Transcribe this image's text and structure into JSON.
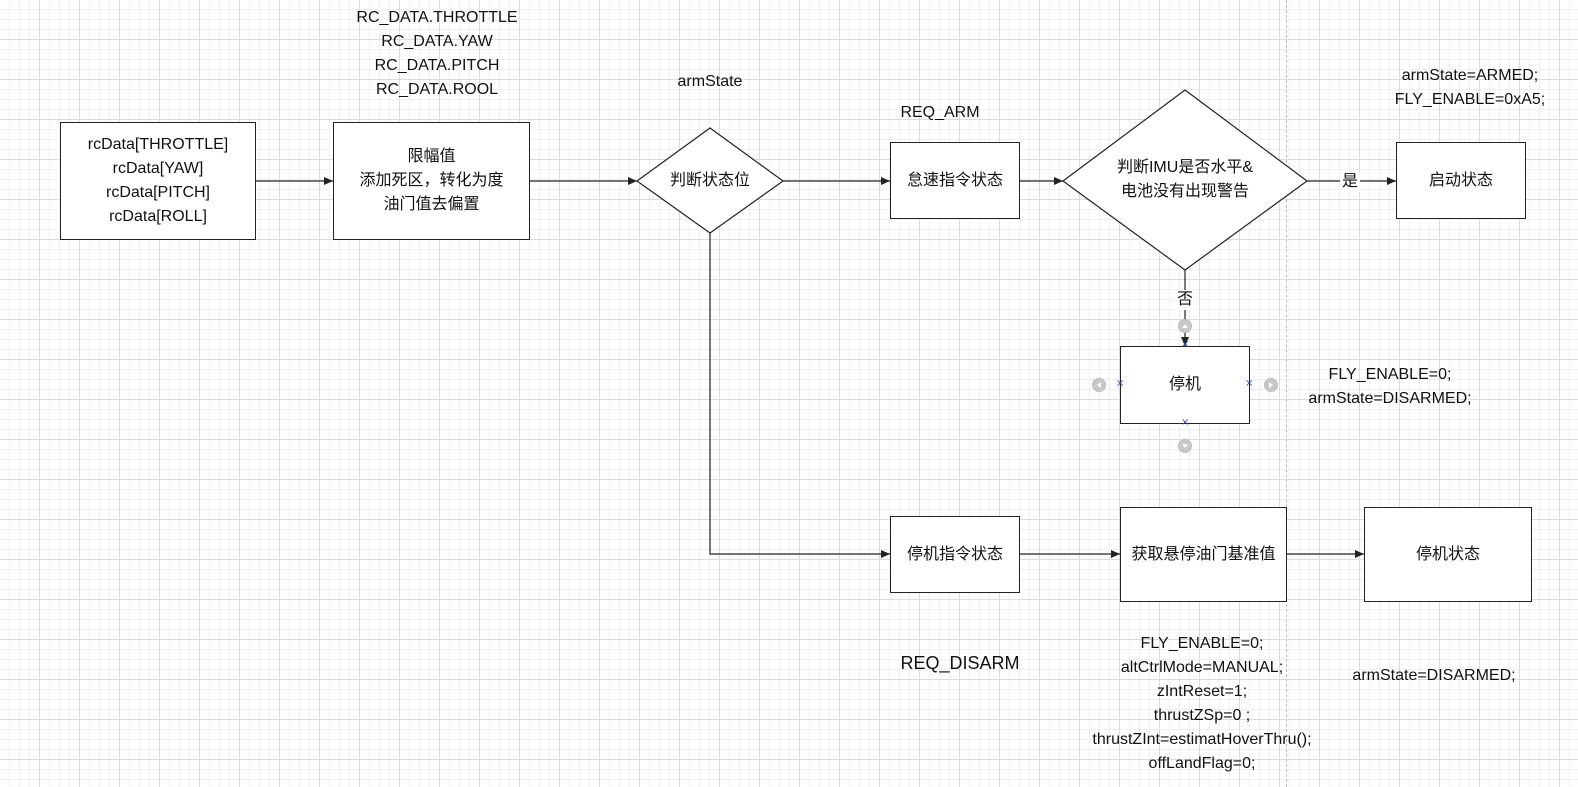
{
  "nodes": {
    "rcdata_box": [
      "rcData[THROTTLE]",
      "rcData[YAW]",
      "rcData[PITCH]",
      "rcData[ROLL]"
    ],
    "limit_box": [
      "限幅值",
      "添加死区，转化为度",
      "油门值去偏置"
    ],
    "judge_state_diamond": "判断状态位",
    "arm_cmd_box": "怠速指令状态",
    "imu_check_diamond": [
      "判断IMU是否水平&",
      "电池没有出现警告"
    ],
    "start_box": "启动状态",
    "stop_box": "停机",
    "disarm_cmd_box": "停机指令状态",
    "hover_throttle_box": "获取悬停油门基准值",
    "stop_state_box": "停机状态"
  },
  "labels": {
    "rc_data_defs": [
      "RC_DATA.THROTTLE",
      "RC_DATA.YAW",
      "RC_DATA.PITCH",
      "RC_DATA.ROOL"
    ],
    "arm_state": "armState",
    "req_arm": "REQ_ARM",
    "armed_assign": [
      "armState=ARMED;",
      "FLY_ENABLE=0xA5;"
    ],
    "stop_assign": [
      "FLY_ENABLE=0;",
      "armState=DISARMED;"
    ],
    "req_disarm": "REQ_DISARM",
    "hover_assign": [
      "FLY_ENABLE=0;",
      "altCtrlMode=MANUAL;",
      "zIntReset=1;",
      "thrustZSp=0 ;",
      "thrustZInt=estimatHoverThru();",
      "offLandFlag=0;"
    ],
    "disarmed_assign": "armState=DISARMED;"
  },
  "edge_labels": {
    "yes": "是",
    "no": "否"
  },
  "colors": {
    "line": "#222222",
    "grid_major": "#dcdcdc",
    "grid_minor": "#f0f0f0",
    "selection": "#2a3fbf",
    "handle": "#c8c8c8"
  }
}
